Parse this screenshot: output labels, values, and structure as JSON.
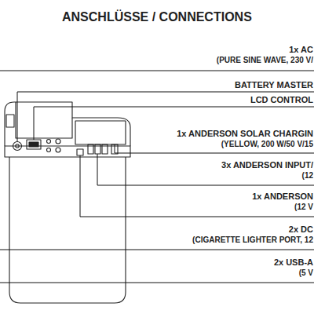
{
  "diagram": {
    "title": "ANSCHLÜSSE / CONNECTIONS",
    "labels": [
      "1x AC",
      "(PURE SINE WAVE, 230 V/",
      "BATTERY MASTER",
      "LCD CONTROL",
      "1x ANDERSON SOLAR CHARGIN",
      "(YELLOW, 200 W/50 V/15",
      "3x ANDERSON INPUT/",
      "(12",
      "1x ANDERSON",
      "(12 V",
      "2x DC",
      "(CIGARETTE LIGHTER PORT, 12",
      "2x USB-A",
      "(5 V"
    ]
  }
}
